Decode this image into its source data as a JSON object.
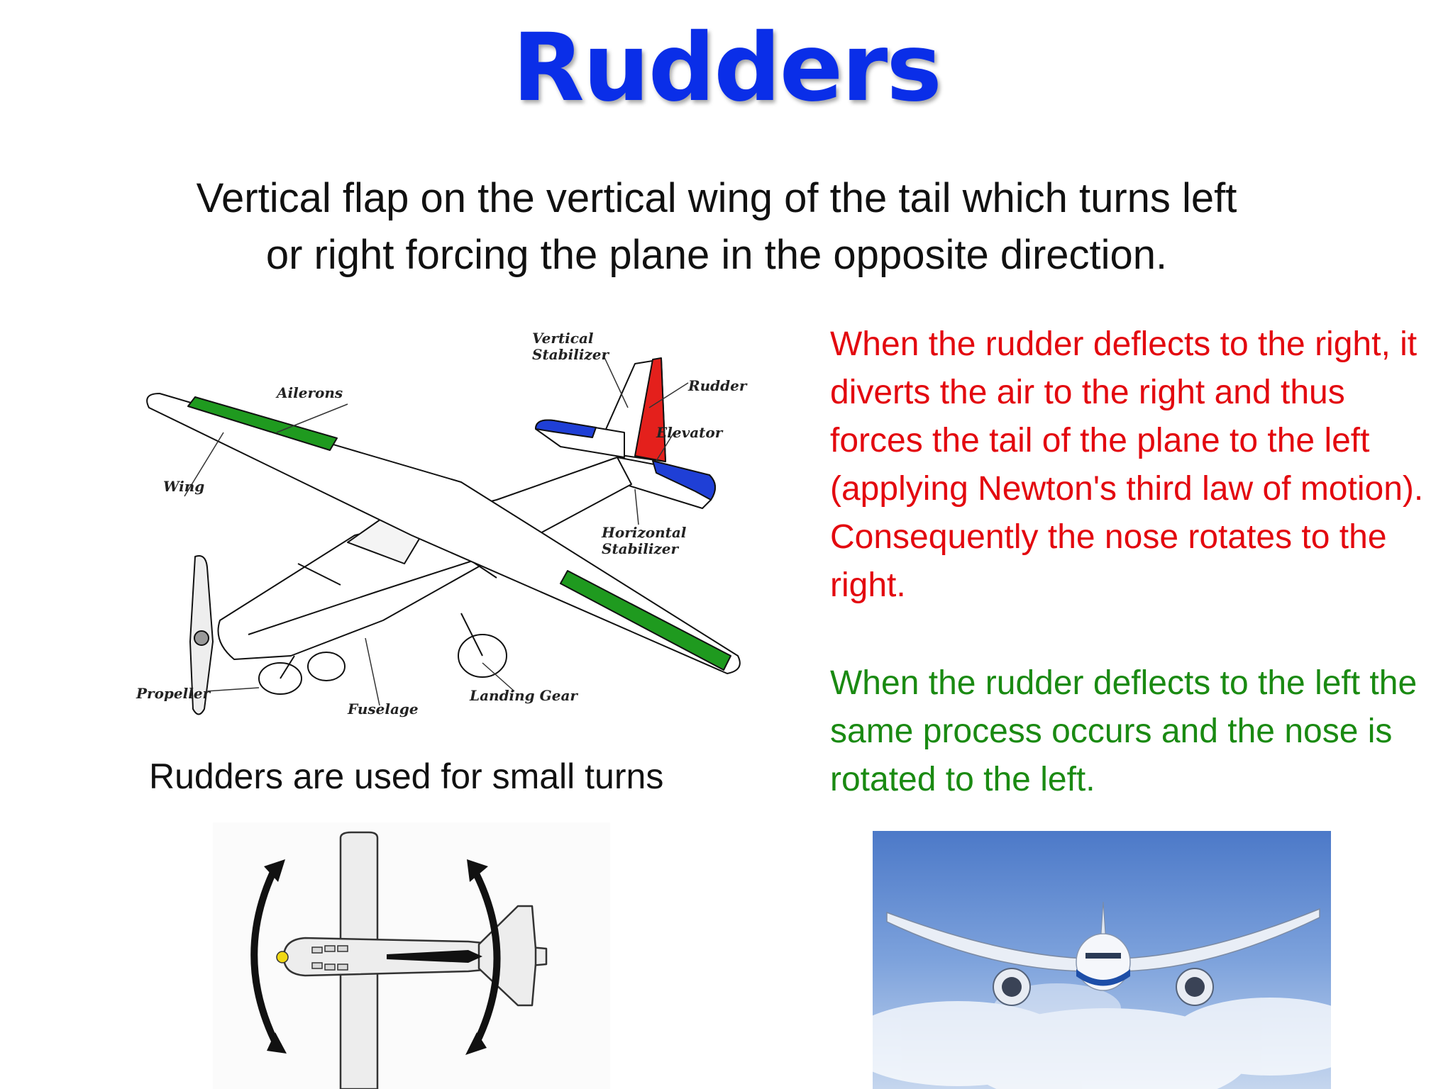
{
  "slide": {
    "title": "Rudders",
    "subtitle_line1": "Vertical flap on the vertical wing of the tail which turns left",
    "subtitle_line2": "or right forcing the plane in the opposite direction.",
    "right_paragraph": "When the rudder deflects to the right, it diverts the air to the right and thus forces the tail of the plane to the left (applying Newton's third law of motion). Consequently the nose rotates to the right.",
    "left_paragraph": "When the rudder deflects to the left the same process occurs and the nose is rotated to the left.",
    "caption": "Rudders are used for small turns"
  },
  "diagram_labels": {
    "vertical_line1": "Vertical",
    "vertical_line2": "Stabilizer",
    "ailerons": "Ailerons",
    "rudder": "Rudder",
    "elevator": "Elevator",
    "wing": "Wing",
    "horizontal_line1": "Horizontal",
    "horizontal_line2": "Stabilizer",
    "propeller": "Propeller",
    "fuselage": "Fuselage",
    "landing_gear": "Landing Gear"
  },
  "colors": {
    "title": "#0a2ee8",
    "right_paragraph": "#e3090f",
    "left_paragraph": "#1a8a12",
    "aileron": "#1f9a1f",
    "elevator": "#1f3fd6",
    "rudder": "#e4201c"
  }
}
